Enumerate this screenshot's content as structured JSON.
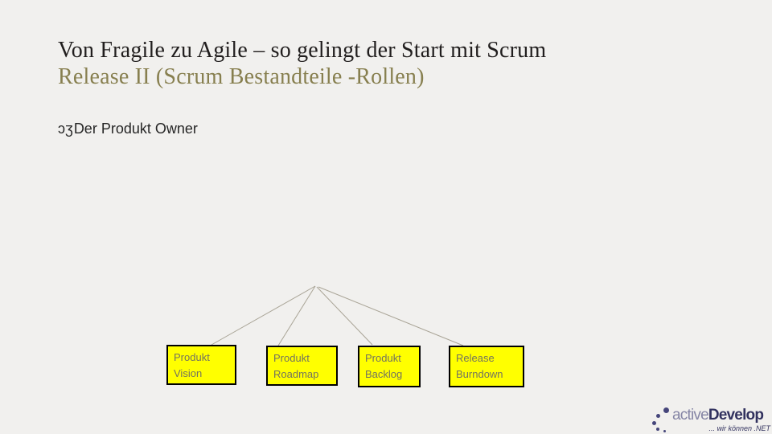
{
  "colors": {
    "background": "#f1f0ee",
    "title_text": "#211e1e",
    "subtitle_text": "#877f4f",
    "body_text": "#262626",
    "node_fill": "#ffff00",
    "node_border": "#000000",
    "node_text": "#73735f",
    "connector_line": "#a9a496",
    "logo_primary": "#32325f",
    "logo_secondary": "#8585a5"
  },
  "header": {
    "title": "Von Fragile zu Agile – so gelingt der Start mit Scrum",
    "subtitle": "Release II (Scrum Bestandteile -Rollen)"
  },
  "body": {
    "bullet_glyph": "ɔʒ",
    "bullet_text": "Der Produkt Owner"
  },
  "diagram": {
    "type": "tree",
    "description": "Four connector lines fan out from one apex point down to four yellow boxes",
    "nodes": [
      {
        "label": "Produkt Vision"
      },
      {
        "label": "Produkt Roadmap"
      },
      {
        "label": "Produkt Backlog"
      },
      {
        "label": "Release Burndown"
      }
    ]
  },
  "logo": {
    "name_light": "active",
    "name_bold": "Develop",
    "tagline": "... wir können .NET"
  }
}
